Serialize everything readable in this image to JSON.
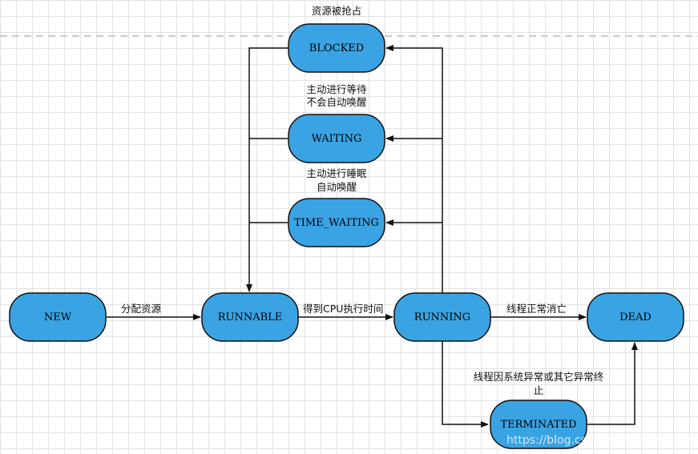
{
  "colors": {
    "node_fill": "#3aa3e3",
    "node_stroke": "#111111",
    "edge": "#111111",
    "dash": "#cccccc"
  },
  "nodes": {
    "new": "NEW",
    "runnable": "RUNNABLE",
    "running": "RUNNING",
    "dead": "DEAD",
    "blocked": "BLOCKED",
    "waiting": "WAITING",
    "time_waiting": "TIME_WAITING",
    "terminated": "TERMINATED"
  },
  "edges": {
    "new_runnable": "分配资源",
    "runnable_running": "得到CPU执行时间",
    "running_dead": "线程正常消亡",
    "blocked_line1": "资源被抢占",
    "waiting_line1": "主动进行等待",
    "waiting_line2": "不会自动唤醒",
    "time_waiting_line1": "主动进行睡眠",
    "time_waiting_line2": "自动唤醒",
    "terminated_line1": "线程因系统异常或其它异常终",
    "terminated_line2": "止"
  },
  "watermark": "https://blog.csdn.net/hackersuye"
}
